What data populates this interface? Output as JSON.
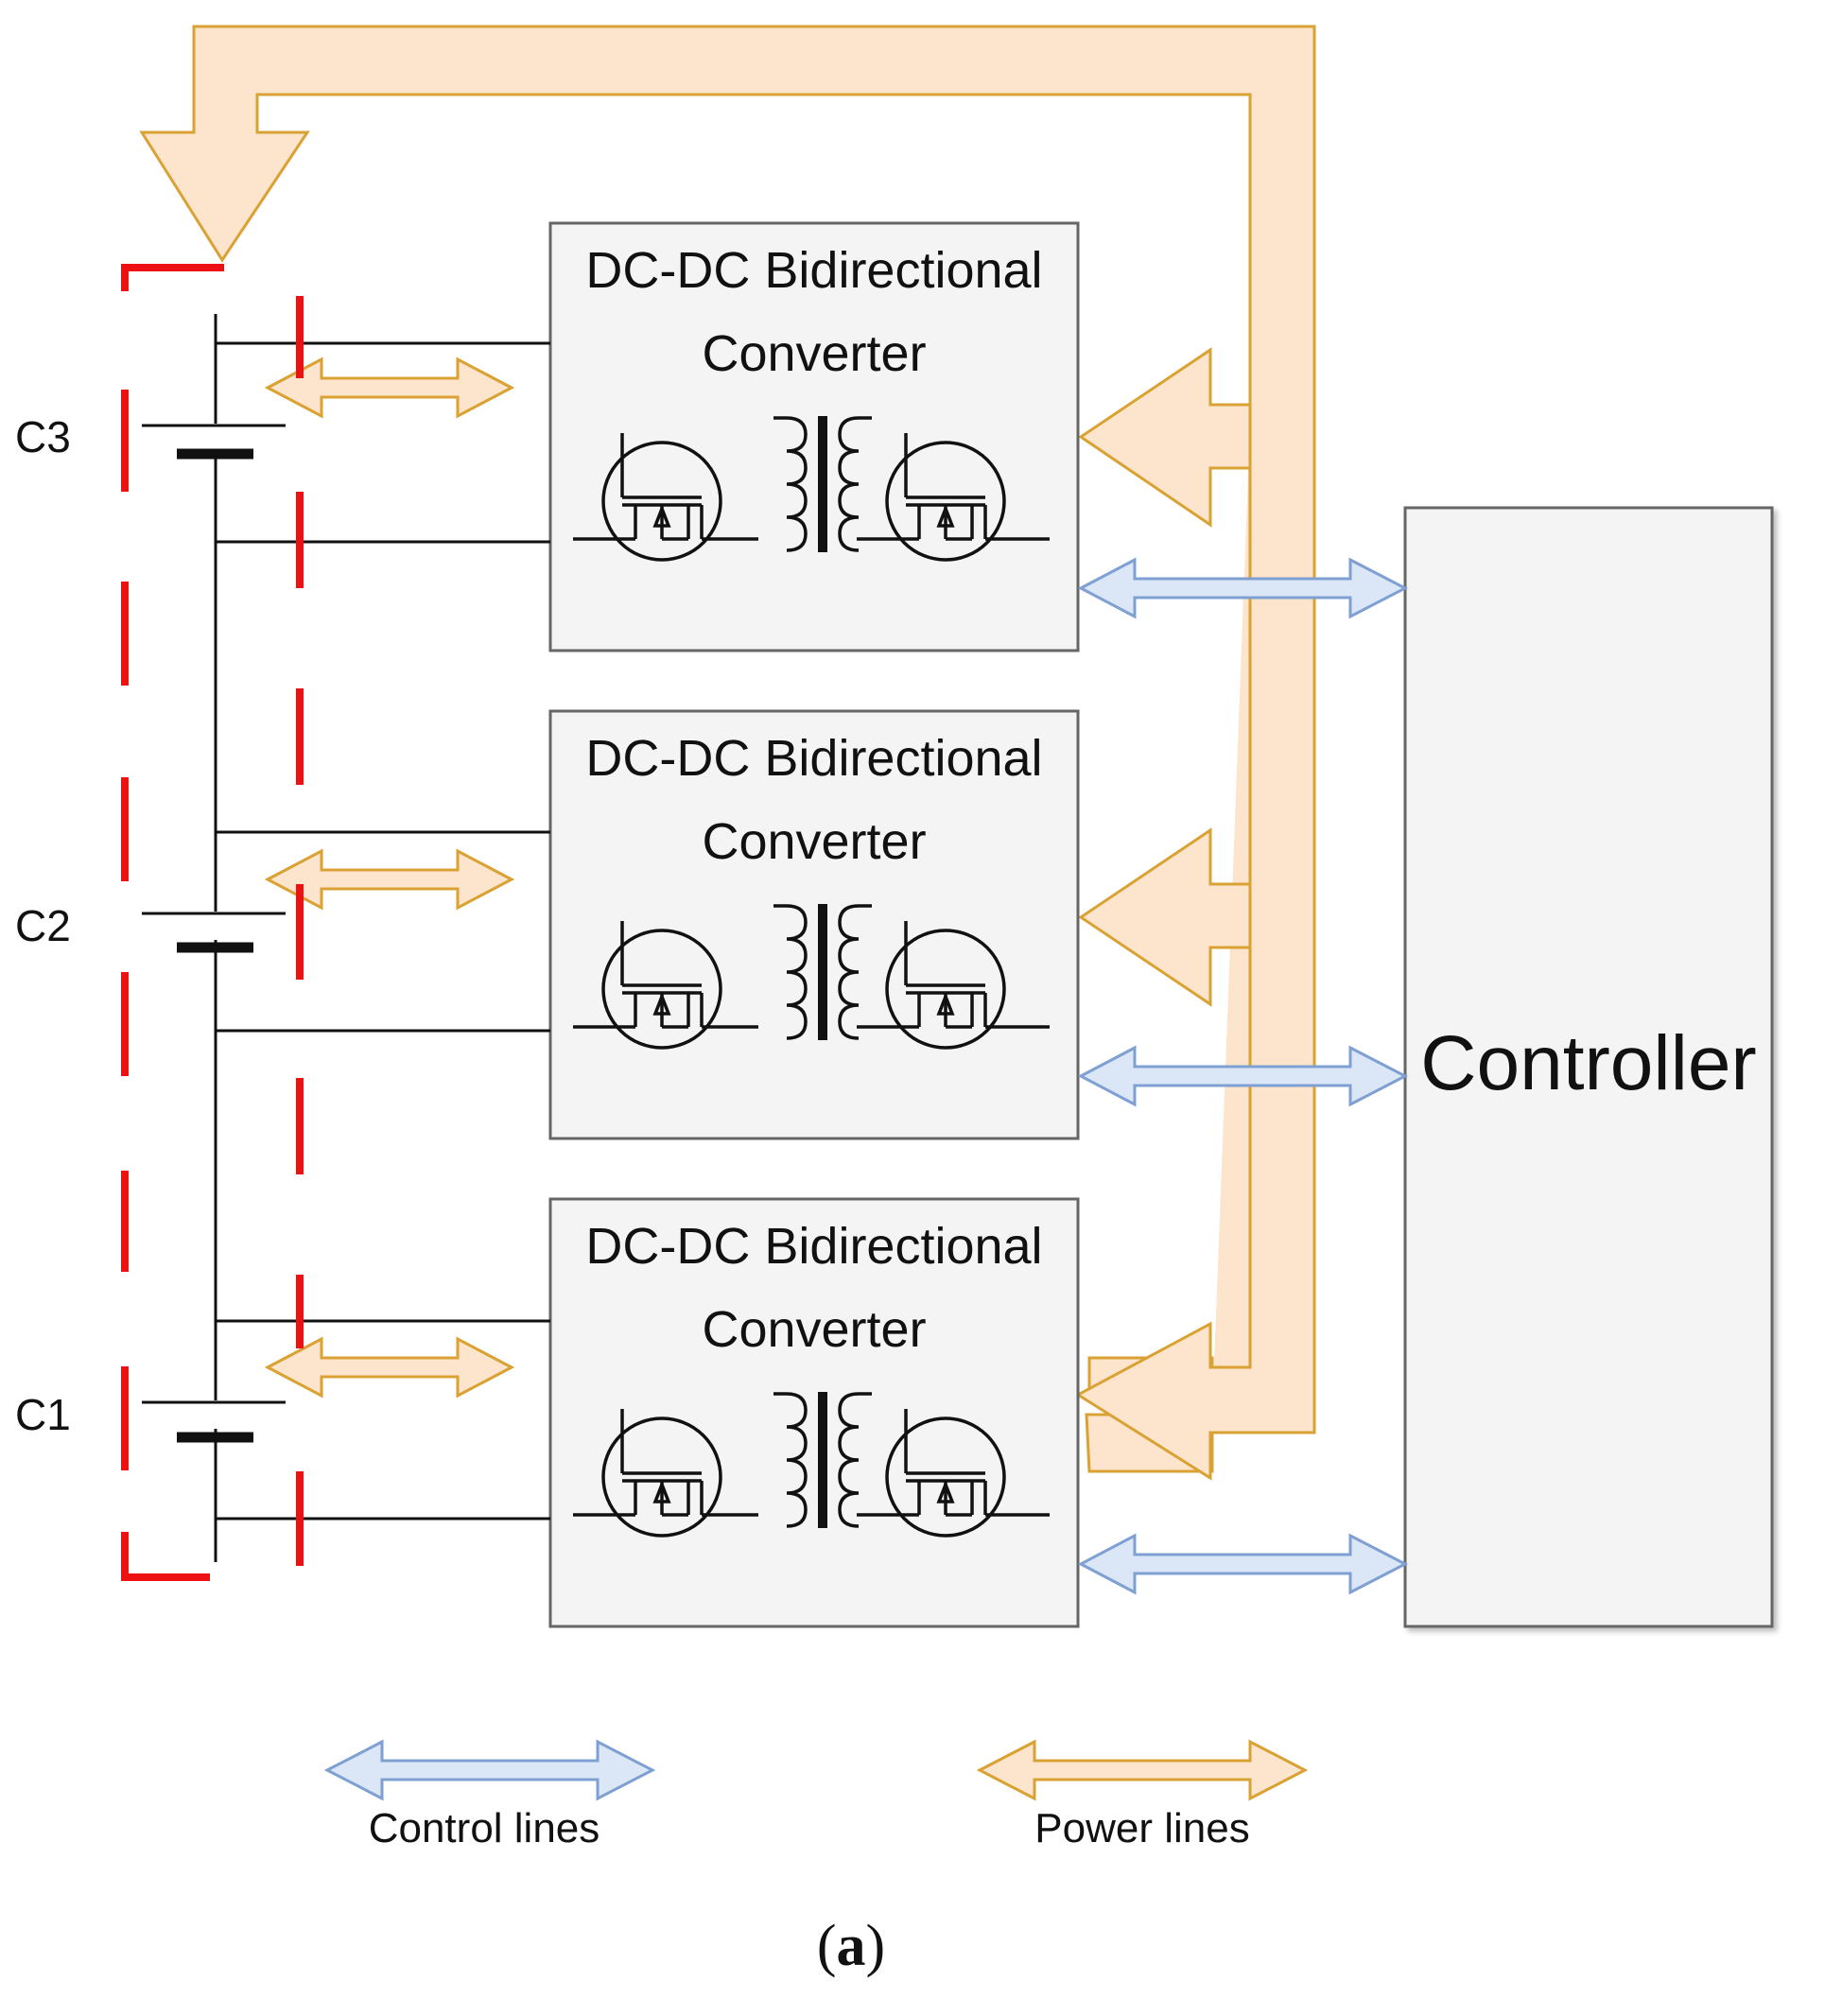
{
  "figure": {
    "converters": [
      {
        "title_line1": "DC-DC Bidirectional",
        "title_line2": "Converter"
      },
      {
        "title_line1": "DC-DC Bidirectional",
        "title_line2": "Converter"
      },
      {
        "title_line1": "DC-DC Bidirectional",
        "title_line2": "Converter"
      }
    ],
    "cells": [
      {
        "label": "C3"
      },
      {
        "label": "C2"
      },
      {
        "label": "C1"
      }
    ],
    "controller": {
      "label": "Controller"
    },
    "legend": {
      "control": {
        "label": "Control lines",
        "color": "#7fa0d3"
      },
      "power": {
        "label": "Power lines",
        "color": "#d9a233"
      }
    },
    "caption": {
      "open": "(",
      "letter": "a",
      "close": ")"
    },
    "colors": {
      "power_fill": "#fde4cc",
      "power_stroke": "#d9a233",
      "control_fill": "#dbe6f6",
      "control_stroke": "#7fa0d3",
      "dashed_boundary": "#ee1111",
      "box_fill": "#f4f4f4"
    }
  }
}
